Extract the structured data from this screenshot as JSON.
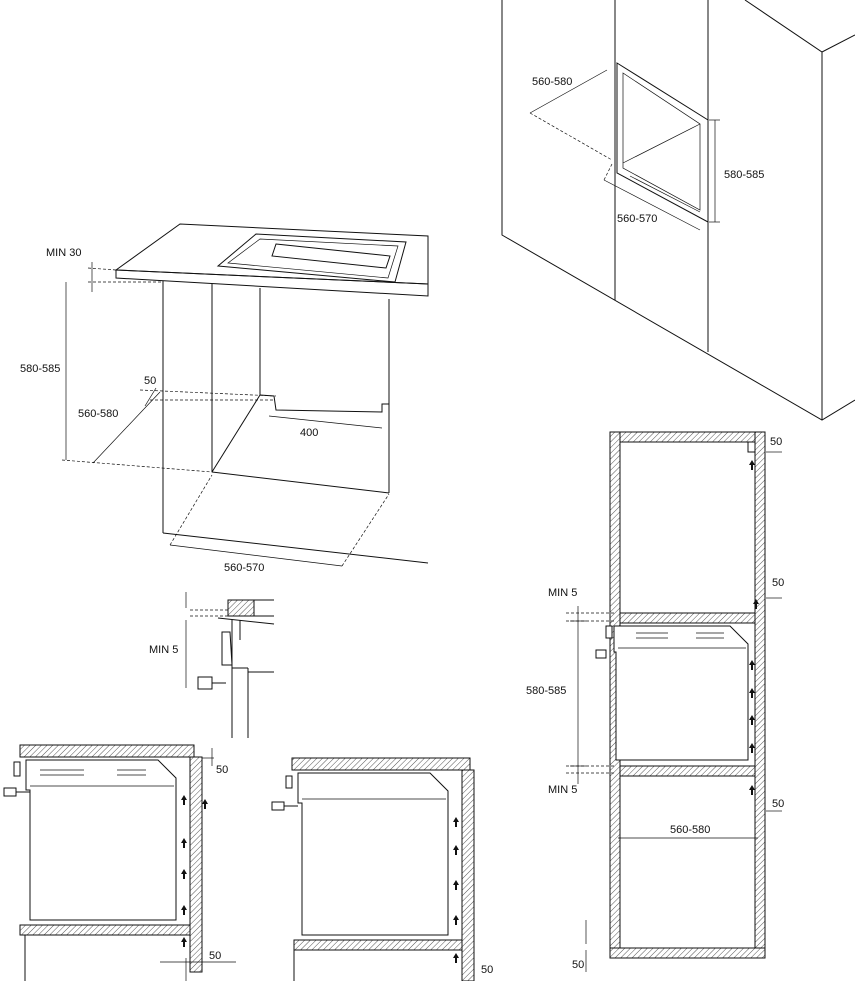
{
  "labels": {
    "niche_width": "560-580",
    "niche_height": "580-585",
    "niche_depth": "560-570",
    "counter_min_gap": "MIN 30",
    "counter_height": "580-585",
    "counter_vent_gap": "50",
    "counter_width": "560-580",
    "counter_opening": "400",
    "counter_depth": "560-570",
    "detail_min_gap": "MIN 5",
    "section1_gap_top": "50",
    "section1_gap_bottom": "50",
    "section2_gap_bottom": "50",
    "tall_gap_top": "50",
    "tall_min_top": "MIN 5",
    "tall_gap_mid_top": "50",
    "tall_height": "580-585",
    "tall_min_bottom": "MIN 5",
    "tall_gap_mid_bottom": "50",
    "tall_width": "560-580",
    "tall_gap_floor": "50"
  }
}
